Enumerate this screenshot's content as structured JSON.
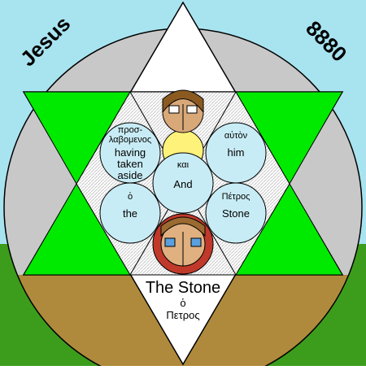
{
  "corner_left_label": "Jesus",
  "corner_right_label": "8880",
  "circles": {
    "top_right": {
      "greek": "αὐτὸν",
      "english": "him"
    },
    "top_left": {
      "greek_line1": "προσ-",
      "greek_line2": "λαβομενος",
      "english_line1": "having",
      "english_line2": "taken",
      "english_line3": "aside"
    },
    "center": {
      "greek": "και",
      "english": "And"
    },
    "bottom_left": {
      "greek": "ὁ",
      "english": "the"
    },
    "bottom_right": {
      "greek": "Πέτρος",
      "english": "Stone"
    }
  },
  "bottom_section": {
    "title": "The Stone",
    "greek_line1": "ὁ",
    "greek_line2": "Πετρος"
  },
  "colors": {
    "sky": "#a8e3f0",
    "grass": "#3c9d1c",
    "disc_upper": "#c8c8c8",
    "disc_lower": "#b08a3c",
    "green_points": "#00ea00",
    "circle_fill": "#c8ecf5",
    "yellow_circle": "#fff27a",
    "red_circle": "#c0392b",
    "face_skin": "#d8a878",
    "bottom_face_skin": "#e0b080"
  }
}
